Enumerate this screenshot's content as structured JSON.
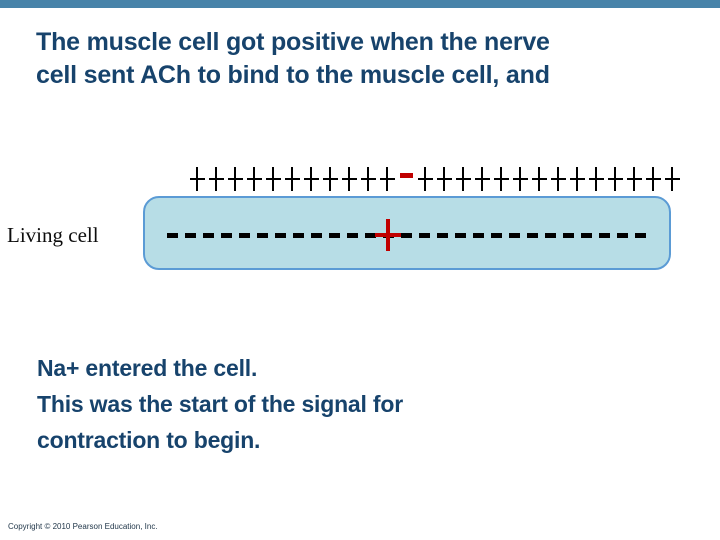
{
  "slide": {
    "title": "The muscle cell got positive when the nerve\ncell sent ACh to bind to the muscle cell, and",
    "body": "Na+ entered the cell.\nThis was the start of the signal for\ncontraction to begin.",
    "copyright": "Copyright © 2010 Pearson Education, Inc.",
    "accent_bar_color": "#4783a9",
    "title_color": "#17436c",
    "body_color": "#17436c"
  },
  "diagram": {
    "label": "Living cell",
    "cell_fill_color": "#b7dde6",
    "cell_border_color": "#5b9bd5",
    "outside_charges": [
      {
        "sign": "+",
        "color": "#000000"
      },
      {
        "sign": "+",
        "color": "#000000"
      },
      {
        "sign": "+",
        "color": "#000000"
      },
      {
        "sign": "+",
        "color": "#000000"
      },
      {
        "sign": "+",
        "color": "#000000"
      },
      {
        "sign": "+",
        "color": "#000000"
      },
      {
        "sign": "+",
        "color": "#000000"
      },
      {
        "sign": "+",
        "color": "#000000"
      },
      {
        "sign": "+",
        "color": "#000000"
      },
      {
        "sign": "+",
        "color": "#000000"
      },
      {
        "sign": "+",
        "color": "#000000"
      },
      {
        "sign": "-",
        "color": "#c00000"
      },
      {
        "sign": "+",
        "color": "#000000"
      },
      {
        "sign": "+",
        "color": "#000000"
      },
      {
        "sign": "+",
        "color": "#000000"
      },
      {
        "sign": "+",
        "color": "#000000"
      },
      {
        "sign": "+",
        "color": "#000000"
      },
      {
        "sign": "+",
        "color": "#000000"
      },
      {
        "sign": "+",
        "color": "#000000"
      },
      {
        "sign": "+",
        "color": "#000000"
      },
      {
        "sign": "+",
        "color": "#000000"
      },
      {
        "sign": "+",
        "color": "#000000"
      },
      {
        "sign": "+",
        "color": "#000000"
      },
      {
        "sign": "+",
        "color": "#000000"
      },
      {
        "sign": "+",
        "color": "#000000"
      },
      {
        "sign": "+",
        "color": "#000000"
      }
    ],
    "inside_charge": {
      "sign": "+",
      "color": "#c00000"
    }
  }
}
